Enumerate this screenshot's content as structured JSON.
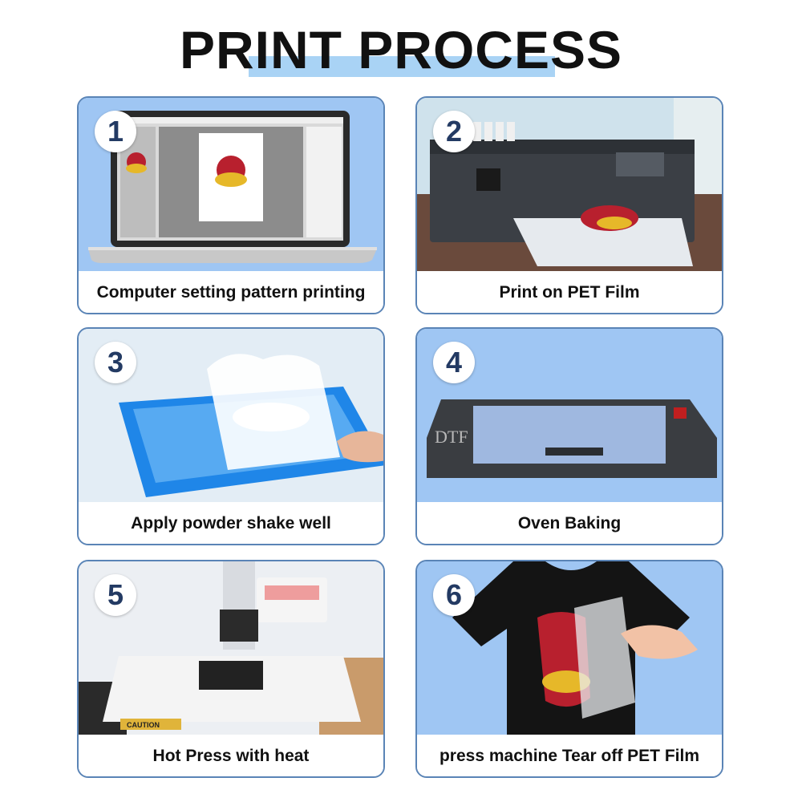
{
  "title": "PRINT PROCESS",
  "colors": {
    "accent_highlight": "#a9d3f5",
    "card_border": "#5a84b6",
    "number_text": "#233a63",
    "photo_bg": "#9bc5f5"
  },
  "steps": [
    {
      "number": "1",
      "caption": "Computer setting pattern printing",
      "illustration": "laptop-icon"
    },
    {
      "number": "2",
      "caption": "Print on PET Film",
      "illustration": "printer-icon",
      "label": ""
    },
    {
      "number": "3",
      "caption": "Apply powder shake well",
      "illustration": "powder-tray-icon"
    },
    {
      "number": "4",
      "caption": "Oven Baking",
      "illustration": "oven-icon",
      "label": "DTF"
    },
    {
      "number": "5",
      "caption": "Hot Press with heat",
      "illustration": "heat-press-icon",
      "label": "CAUTION"
    },
    {
      "number": "6",
      "caption": "press machine Tear off PET Film",
      "illustration": "tshirt-icon"
    }
  ]
}
